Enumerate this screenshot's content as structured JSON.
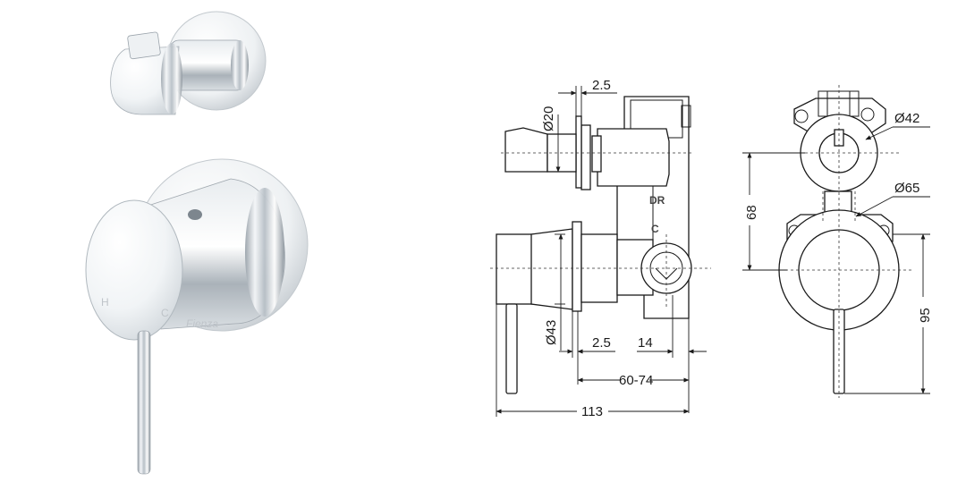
{
  "product_photo": {
    "markings": {
      "hot": "H",
      "cold": "C",
      "brand": "Fienza"
    }
  },
  "side_view": {
    "labels": {
      "diverter": "DR",
      "cold": "C"
    },
    "dimensions": {
      "plate_thickness_top": "2.5",
      "diverter_handle_dia": "Ø20",
      "mixer_handle_dia": "Ø43",
      "plate_thickness_bottom": "2.5",
      "body_offset": "14",
      "wall_depth": "60-74",
      "overall_depth": "113"
    }
  },
  "front_view": {
    "dimensions": {
      "upper_plate_dia": "Ø42",
      "lower_plate_dia": "Ø65",
      "centre_distance": "68",
      "lever_height": "95"
    }
  }
}
